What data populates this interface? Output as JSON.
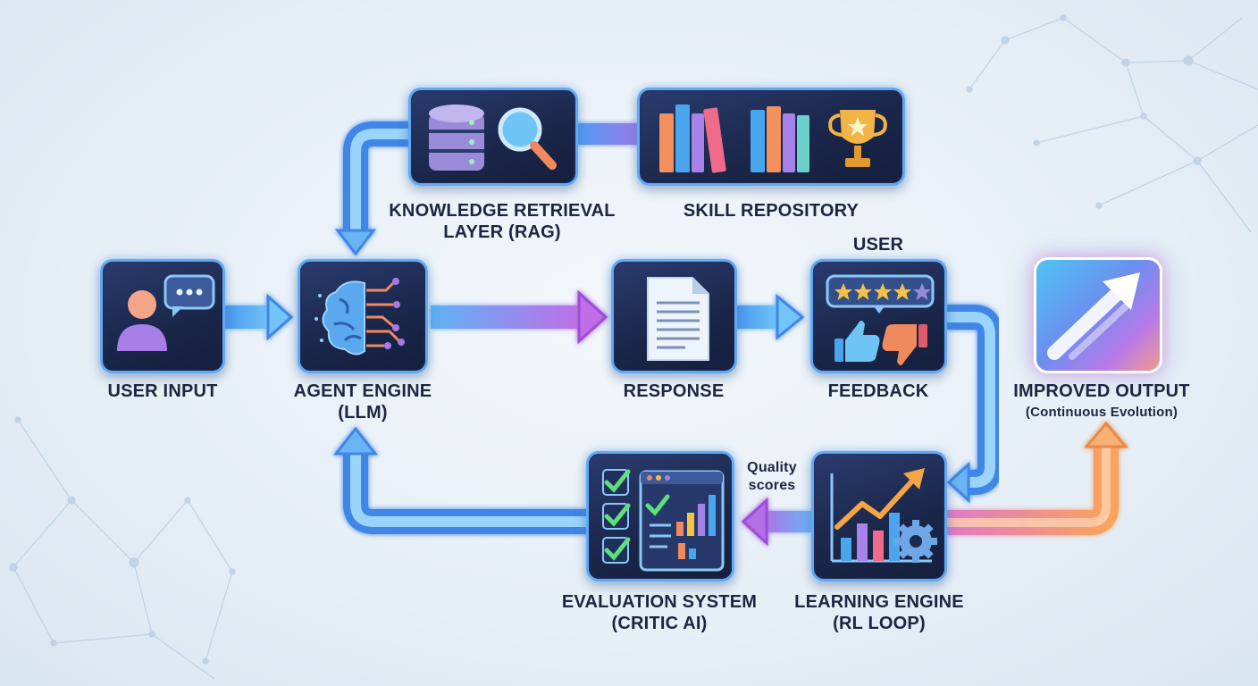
{
  "nodes": {
    "user_input": {
      "label": "USER INPUT"
    },
    "agent_engine": {
      "label_line1": "AGENT ENGINE",
      "label_line2": "(LLM)"
    },
    "knowledge_retrieval": {
      "label_line1": "KNOWLEDGE RETRIEVAL",
      "label_line2": "LAYER (RAG)"
    },
    "skill_repository": {
      "label": "SKILL REPOSITORY"
    },
    "response": {
      "label": "RESPONSE"
    },
    "feedback": {
      "label_top": "USER",
      "label": "FEEDBACK"
    },
    "improved_output": {
      "label_line1": "IMPROVED OUTPUT",
      "label_line2": "(Continuous Evolution)"
    },
    "evaluation_system": {
      "label_line1": "EVALUATION SYSTEM",
      "label_line2": "(CRITIC AI)"
    },
    "learning_engine": {
      "label_line1": "LEARNING ENGINE",
      "label_line2": "(RL LOOP)"
    }
  },
  "edge_labels": {
    "quality_scores_line1": "Quality",
    "quality_scores_line2": "scores"
  },
  "icons": {
    "user_input": [
      "person-icon",
      "chat-bubble-icon"
    ],
    "agent_engine": "brain-circuit-icon",
    "knowledge_retrieval": [
      "database-icon",
      "magnifier-icon"
    ],
    "skill_repository": [
      "books-icon",
      "trophy-icon"
    ],
    "response": "document-icon",
    "feedback": [
      "star-rating-icon",
      "thumbs-up-icon",
      "thumbs-down-icon"
    ],
    "improved_output": "growth-arrow-icon",
    "evaluation_system": [
      "checklist-icon",
      "dashboard-icon"
    ],
    "learning_engine": [
      "rising-chart-icon",
      "gear-icon"
    ]
  },
  "colors": {
    "node_fill": "#1c2a52",
    "node_border": "#62a8f2",
    "arrow_blue": "#5fb2f5",
    "arrow_purple": "#b46ee6",
    "arrow_orange": "#f6a06a",
    "label_text": "#1d2540"
  }
}
